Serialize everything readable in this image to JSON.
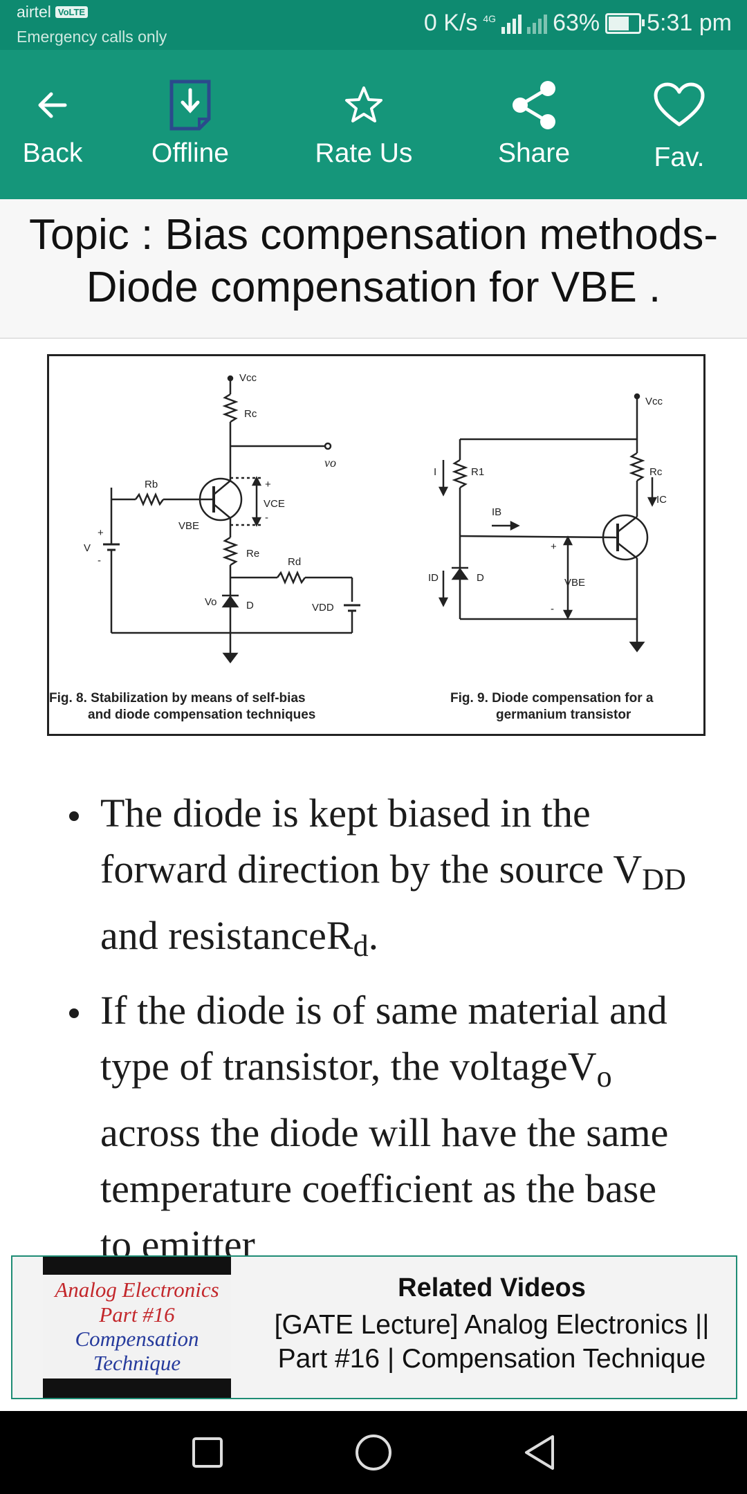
{
  "status_bar": {
    "carrier": "airtel",
    "volte_badge": "VoLTE",
    "subtext": "Emergency calls only",
    "net_speed": "0 K/s",
    "network_type": "4G",
    "battery_percent": "63%",
    "battery_level": 0.63,
    "time": "5:31 pm"
  },
  "toolbar": {
    "items": [
      {
        "label": "Back",
        "icon": "arrow-left-icon"
      },
      {
        "label": "Offline",
        "icon": "download-file-icon"
      },
      {
        "label": "Rate Us",
        "icon": "star-icon"
      },
      {
        "label": "Share",
        "icon": "share-icon"
      },
      {
        "label": "Fav.",
        "icon": "heart-icon"
      }
    ]
  },
  "topic": {
    "line1": "Topic : Bias compensation methods-",
    "line2": "Diode compensation for VBE  ."
  },
  "figure": {
    "fig8_caption_line1": "Fig. 8. Stabilization by means of self-bias",
    "fig8_caption_line2": "and diode compensation techniques",
    "fig9_caption_line1": "Fig. 9. Diode compensation for a",
    "fig9_caption_line2": "germanium transistor",
    "labels": {
      "vcc": "Vcc",
      "rc": "Rc",
      "vo_out": "vo",
      "rb": "Rb",
      "vce": "VCE",
      "vbe": "VBE",
      "v": "V",
      "re": "Re",
      "rd": "Rd",
      "vo": "Vo",
      "d": "D",
      "vdd": "VDD",
      "i": "I",
      "r1": "R1",
      "ib": "IB",
      "id": "ID",
      "ic": "IC",
      "plus": "+",
      "minus": "-"
    }
  },
  "content": {
    "bullet1": {
      "a": "The diode is kept biased in the forward direction by the source V",
      "sub1": "DD",
      "b": "  and resistanceR",
      "sub2": "d",
      "c": "."
    },
    "bullet2": {
      "a": " If the diode is of same material and type of transistor, the voltageV",
      "sub1": "o",
      "b": "  across the diode will have the same temperature coefficient as the base to emitter"
    }
  },
  "related_videos": {
    "title": "Related Videos",
    "video_title": "[GATE Lecture] Analog Electronics || Part #16 | Compensation Technique",
    "thumb_line1": "Analog Electronics",
    "thumb_line2": "Part #16",
    "thumb_line3": "Compensation",
    "thumb_line4": "Technique"
  },
  "nav_bar": {
    "buttons": [
      "recent-apps-icon",
      "home-icon",
      "back-icon"
    ]
  },
  "colors": {
    "toolbar": "#15967a",
    "status_bar": "#0e8a70",
    "related_border": "#1e8c74"
  }
}
